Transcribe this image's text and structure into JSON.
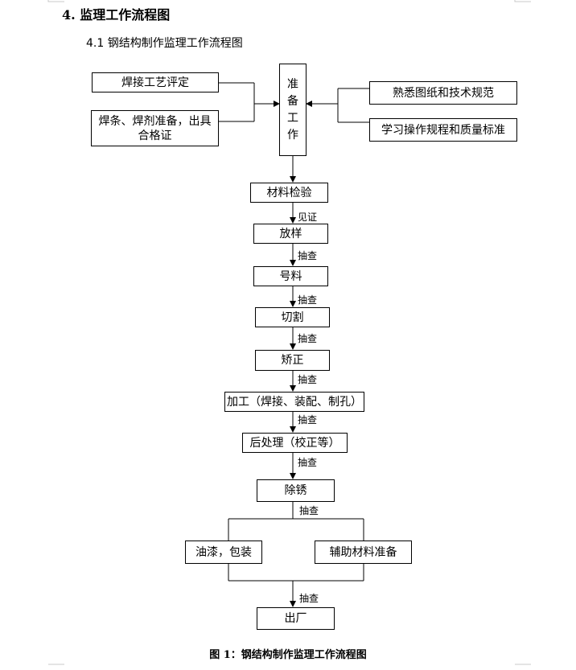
{
  "heading": "4. 监理工作流程图",
  "subheading": "4.1  钢结构制作监理工作流程图",
  "left_inputs": [
    "焊接工艺评定",
    "焊条、焊剂准备，出具合格证"
  ],
  "center_box": "准备工作",
  "right_inputs": [
    "熟悉图纸和技术规范",
    "学习操作规程和质量标准"
  ],
  "steps": [
    "材料检验",
    "放样",
    "号料",
    "切割",
    "矫正",
    "加工（焊接、装配、制孔）",
    "后处理（校正等）",
    "除锈"
  ],
  "edge_labels": [
    "见证",
    "抽查",
    "抽查",
    "抽查",
    "抽查",
    "抽查",
    "抽查",
    "抽查",
    "抽查"
  ],
  "branches": [
    "油漆，包装",
    "辅助材料准备"
  ],
  "final_step": "出厂",
  "caption": "图 1：钢结构制作监理工作流程图"
}
